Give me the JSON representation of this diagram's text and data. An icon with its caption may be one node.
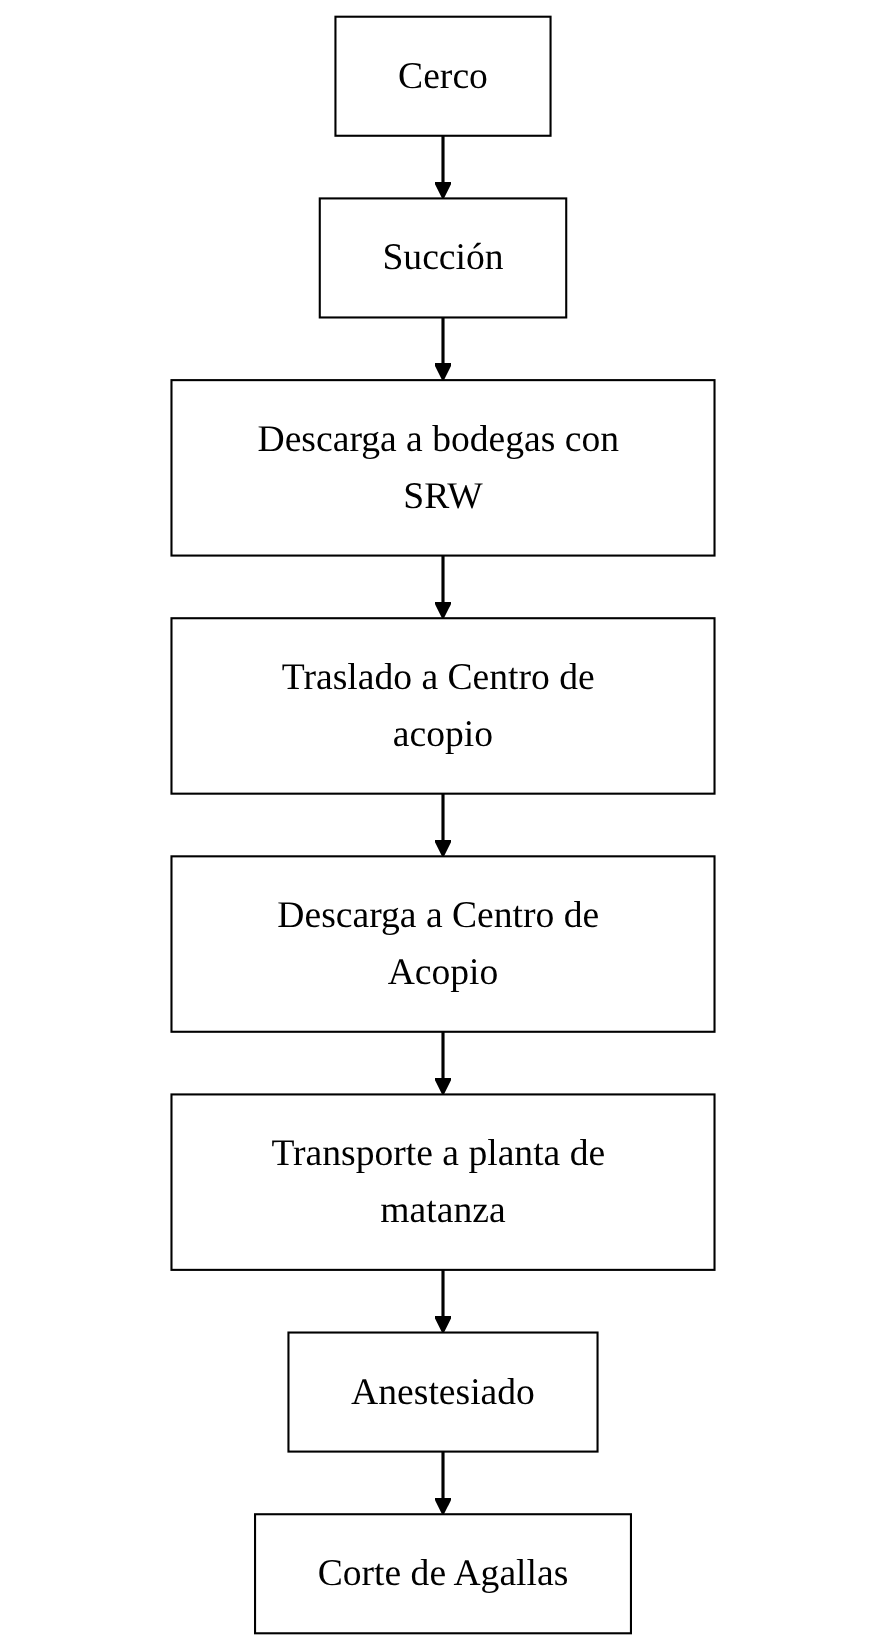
{
  "diagram": {
    "nodes": [
      {
        "text": [
          "Cerco"
        ]
      },
      {
        "text": [
          "Succión"
        ]
      },
      {
        "text": [
          "Descarga a bodegas con SRW"
        ]
      },
      {
        "text": [
          "Traslado a Centro de acopio"
        ]
      },
      {
        "text": [
          "Descarga a Centro de Acopio"
        ]
      },
      {
        "text": [
          "Transporte a planta de matanza"
        ]
      },
      {
        "text": [
          "Anestesiado"
        ]
      },
      {
        "text": [
          "Corte de Agallas"
        ]
      }
    ],
    "edges": [
      {
        "from": 0,
        "to": 1,
        "arrow": "to"
      },
      {
        "from": 1,
        "to": 2,
        "arrow": "to"
      },
      {
        "from": 2,
        "to": 3,
        "arrow": "to"
      },
      {
        "from": 3,
        "to": 4,
        "arrow": "to"
      },
      {
        "from": 4,
        "to": 5,
        "arrow": "to"
      },
      {
        "from": 5,
        "to": 6,
        "arrow": "to"
      },
      {
        "from": 6,
        "to": 7,
        "arrow": "to"
      }
    ]
  }
}
